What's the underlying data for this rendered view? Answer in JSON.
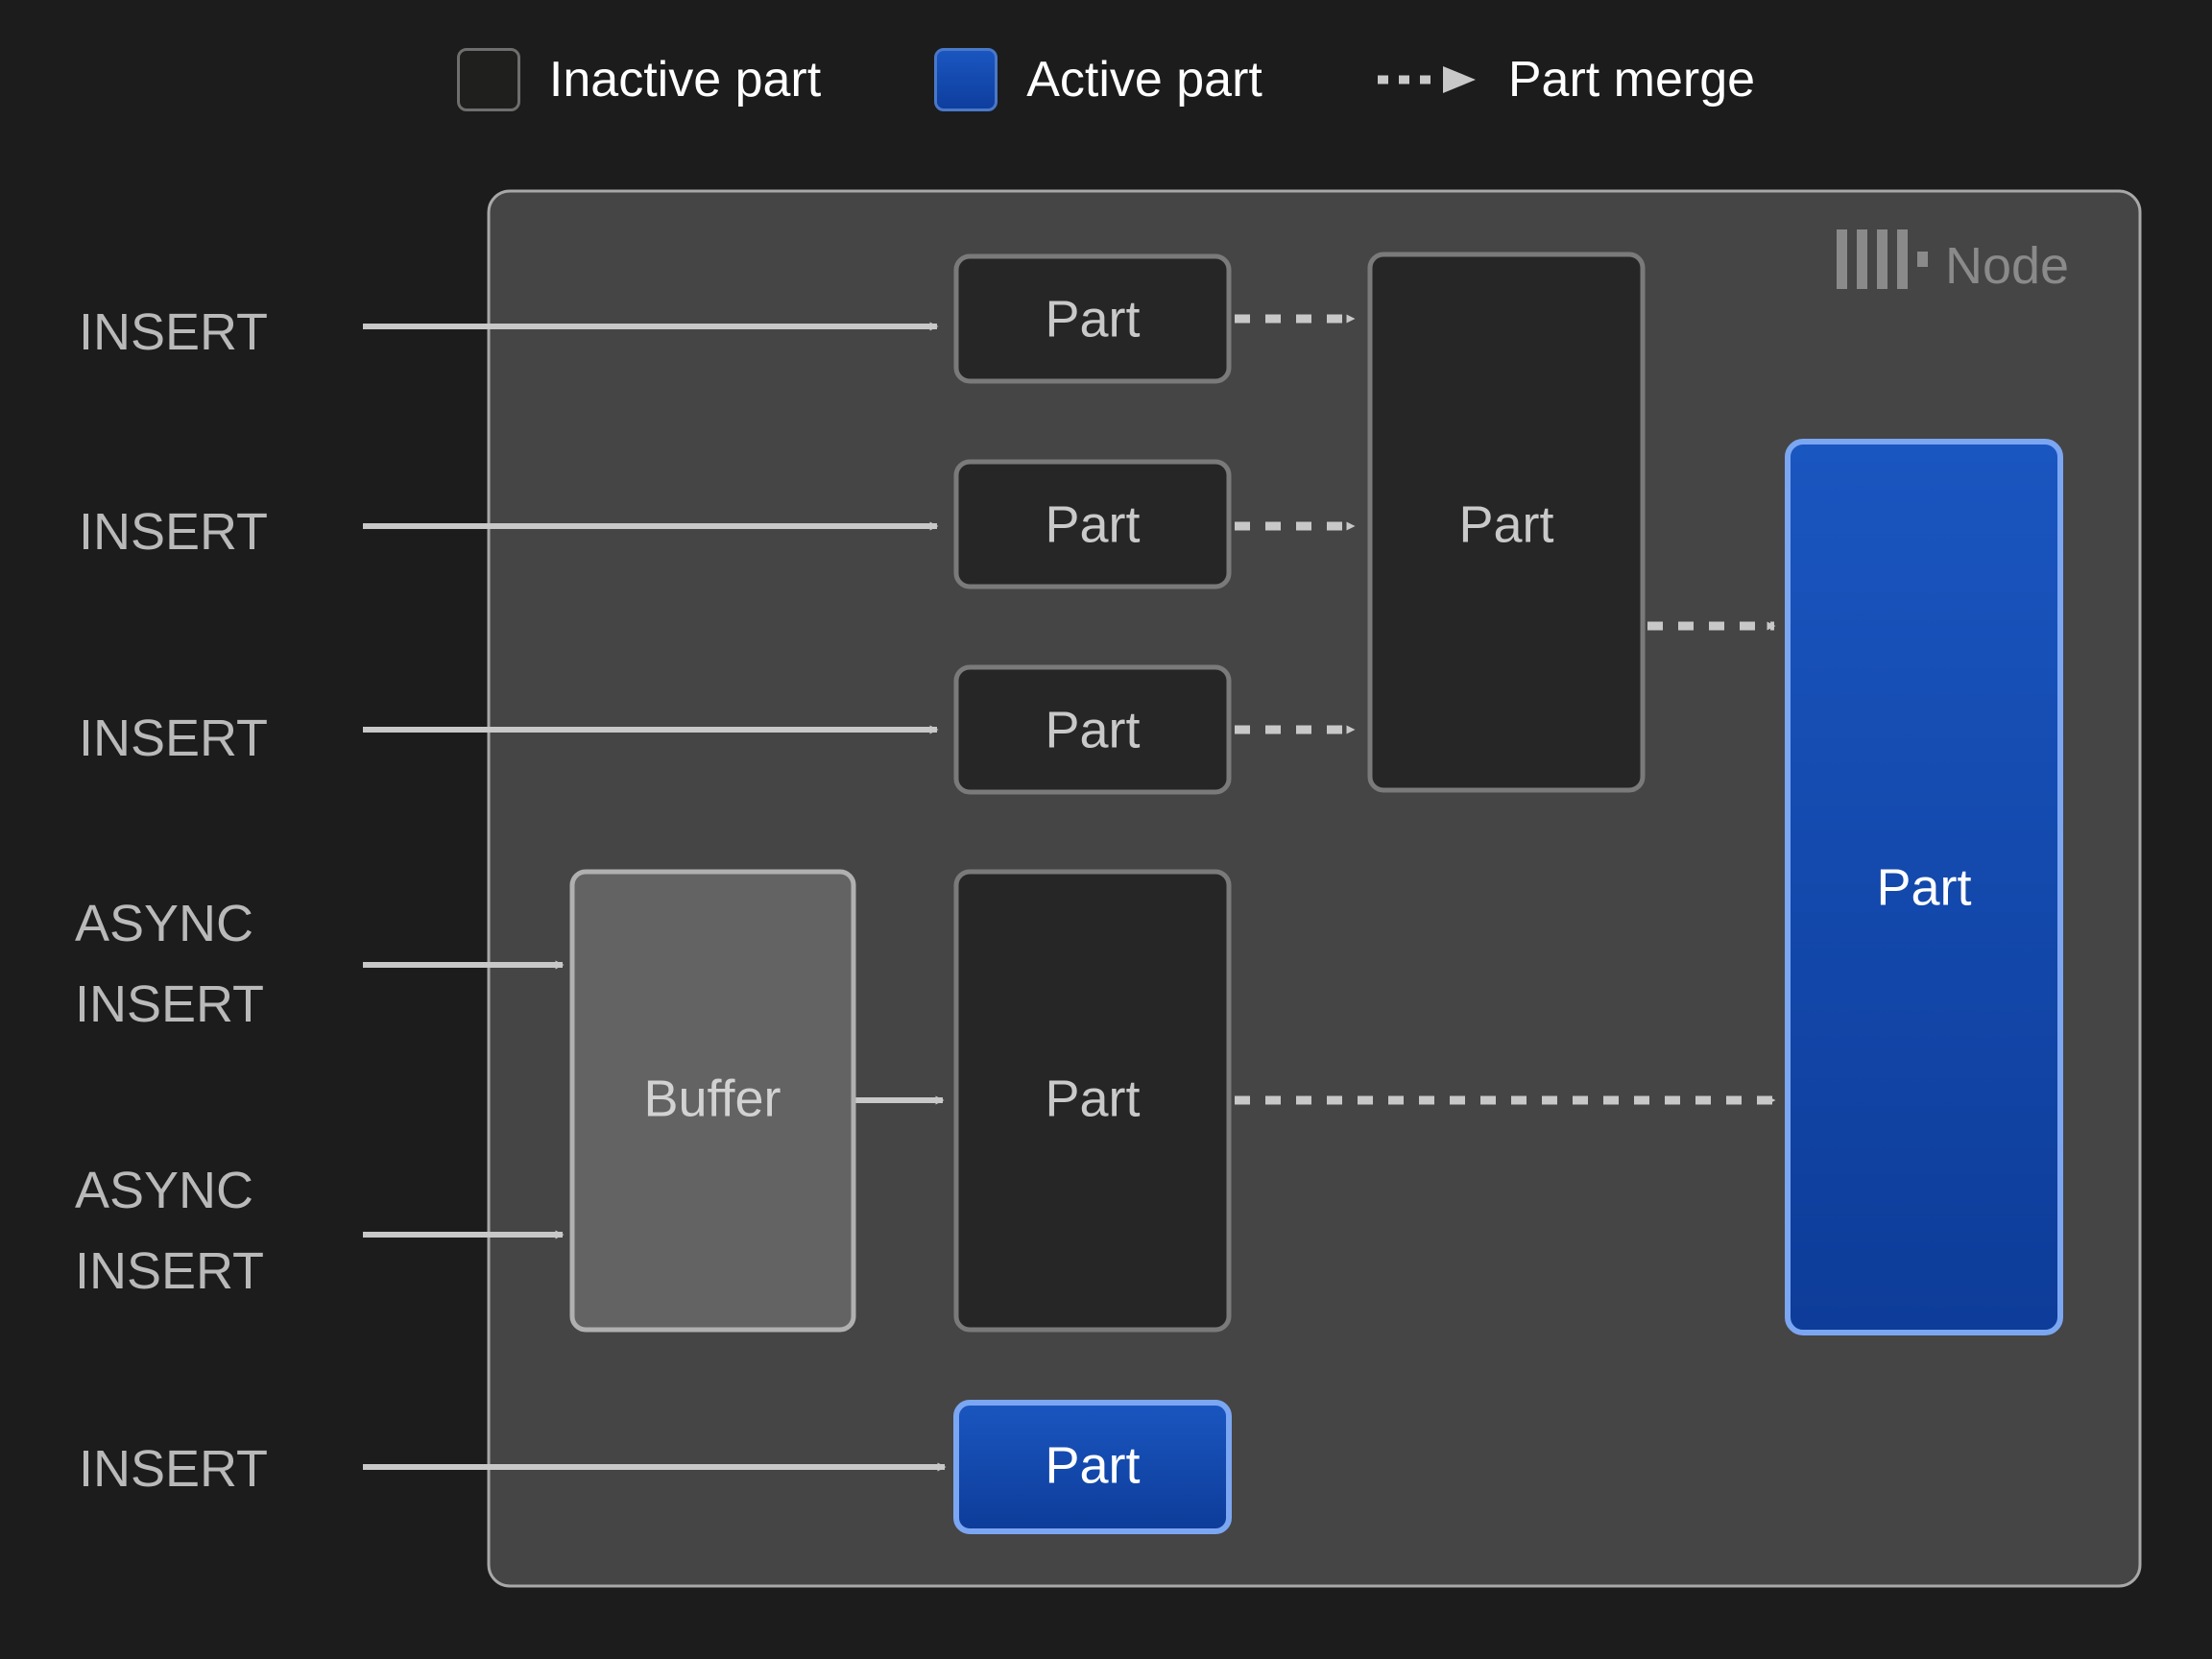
{
  "legend": {
    "items": [
      {
        "icon": "inactive-part-swatch",
        "label": "Inactive part",
        "color": "#1f201d"
      },
      {
        "icon": "active-part-swatch",
        "label": "Active part",
        "color": "#1046b0"
      },
      {
        "icon": "part-merge-arrow",
        "label": "Part merge",
        "color": "#c8c8c8"
      }
    ]
  },
  "node": {
    "title": "Node",
    "logo_icon": "clickhouse-logo-icon",
    "background": "#454545",
    "border": "#b4b4b4"
  },
  "sources": [
    {
      "id": "insert-1",
      "lines": [
        "INSERT"
      ]
    },
    {
      "id": "insert-2",
      "lines": [
        "INSERT"
      ]
    },
    {
      "id": "insert-3",
      "lines": [
        "INSERT"
      ]
    },
    {
      "id": "async-insert-1",
      "lines": [
        "ASYNC",
        "INSERT"
      ]
    },
    {
      "id": "async-insert-2",
      "lines": [
        "ASYNC",
        "INSERT"
      ]
    },
    {
      "id": "insert-4",
      "lines": [
        "INSERT"
      ]
    }
  ],
  "boxes": {
    "part_small_1": {
      "label": "Part",
      "state": "inactive"
    },
    "part_small_2": {
      "label": "Part",
      "state": "inactive"
    },
    "part_small_3": {
      "label": "Part",
      "state": "inactive"
    },
    "part_merged": {
      "label": "Part",
      "state": "inactive"
    },
    "buffer": {
      "label": "Buffer",
      "state": "buffer"
    },
    "part_async": {
      "label": "Part",
      "state": "inactive"
    },
    "part_active_big": {
      "label": "Part",
      "state": "active"
    },
    "part_active_small": {
      "label": "Part",
      "state": "active"
    }
  },
  "colors": {
    "page_background": "#1c1c1c",
    "node_fill": "#454545",
    "part_fill": "#262626",
    "part_border": "#7a7a7a",
    "buffer_fill": "#636363",
    "buffer_border": "#b0b0b0",
    "active_fill": "#1046b0",
    "active_border": "#7ba6f2",
    "arrow": "#c8c8c8",
    "text_muted": "#b9b9b9",
    "node_title": "#8a8a8a"
  }
}
